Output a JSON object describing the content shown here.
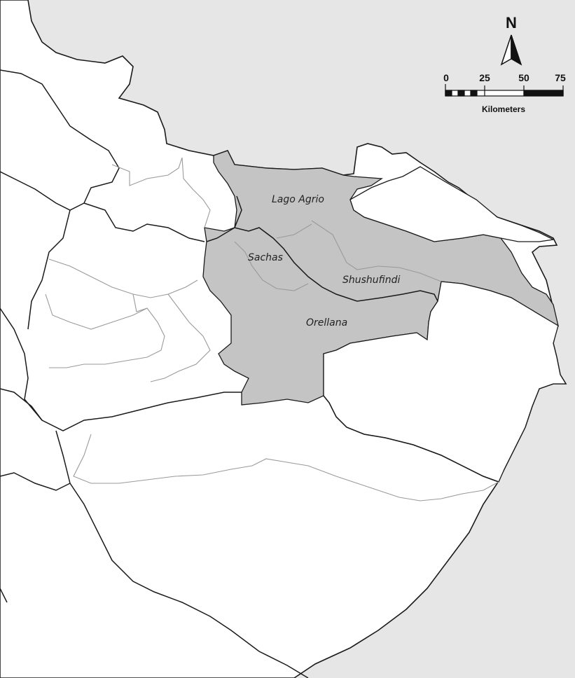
{
  "colors": {
    "background": "#e6e6e6",
    "land": "#ffffff",
    "highlight": "#c4c4c4",
    "border": "#1a1a1a",
    "inner_border": "#9a9a9a"
  },
  "regions": {
    "lago_agrio": "Lago Agrio",
    "sachas": "Sachas",
    "shushufindi": "Shushufindi",
    "orellana": "Orellana"
  },
  "north_arrow": {
    "letter": "N",
    "icon": "north-arrow-icon"
  },
  "scale_bar": {
    "ticks": [
      "0",
      "25",
      "50",
      "75"
    ],
    "unit": "Kilometers"
  }
}
